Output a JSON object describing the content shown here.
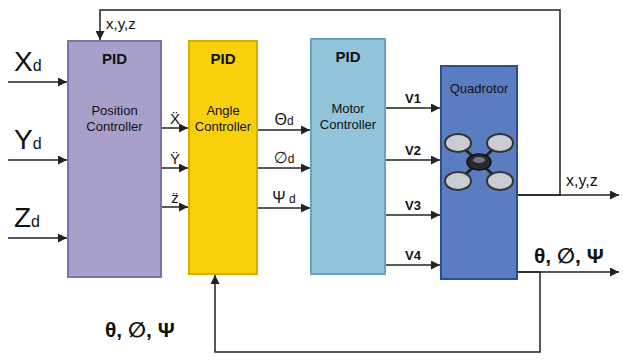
{
  "diagram": {
    "nodes": [
      {
        "text": [
          "PID",
          "Position Controller"
        ]
      },
      {
        "text": [
          "PID",
          "Angle Controller"
        ]
      },
      {
        "text": [
          "PID",
          "Motor Controller"
        ]
      },
      {
        "text": [
          "Quadrotor"
        ]
      }
    ],
    "edges": [
      {
        "from": 0,
        "to": 1,
        "label": "Ẍ",
        "arrow": "to"
      },
      {
        "from": 0,
        "to": 1,
        "label": "Ÿ",
        "arrow": "to"
      },
      {
        "from": 0,
        "to": 1,
        "label": "z̈",
        "arrow": "to"
      },
      {
        "from": 1,
        "to": 2,
        "label": "Θd",
        "arrow": "to"
      },
      {
        "from": 1,
        "to": 2,
        "label": "∅d",
        "arrow": "to"
      },
      {
        "from": 1,
        "to": 2,
        "label": "Ψ d",
        "arrow": "to"
      },
      {
        "from": 2,
        "to": 3,
        "label": "V1",
        "arrow": "to"
      },
      {
        "from": 2,
        "to": 3,
        "label": "V2",
        "arrow": "to"
      },
      {
        "from": 2,
        "to": 3,
        "label": "V3",
        "arrow": "to"
      },
      {
        "from": 2,
        "to": 3,
        "label": "V4",
        "arrow": "to"
      },
      {
        "from": 3,
        "to": 0,
        "label": "x,y,z",
        "arrow": "to"
      },
      {
        "from": 3,
        "to": 1,
        "label": "θ, ∅, Ψ",
        "arrow": "to"
      }
    ],
    "labels": [
      "Xd",
      "Yd",
      "Zd",
      "x,y,z",
      "θ, ∅, Ψ"
    ]
  }
}
